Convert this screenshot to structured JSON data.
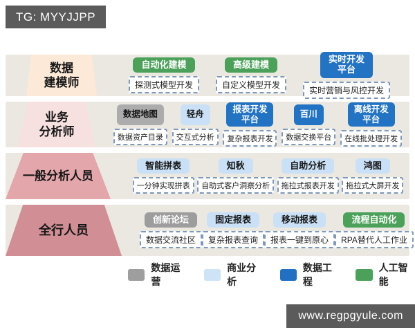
{
  "overlays": {
    "tg_badge": "TG: MYYJJPP",
    "watermark": "www.regpgyule.com"
  },
  "rows": [
    {
      "role": "数据\n建模师",
      "groups": [
        {
          "tool": "自动化建模",
          "category": "人工智能",
          "desc": "探测式模型开发"
        },
        {
          "tool": "高级建模",
          "category": "人工智能",
          "desc": "自定义模型开发"
        },
        {
          "tool": "实时开发\n平台",
          "category": "数据工程",
          "desc": "实时营销与风控开发"
        }
      ]
    },
    {
      "role": "业务\n分析师",
      "groups": [
        {
          "tool": "数据地图",
          "category": "数据运营",
          "desc": "数据资产目录"
        },
        {
          "tool": "轻舟",
          "category": "商业分析",
          "desc": "交互式分析"
        },
        {
          "tool": "报表开发\n平台",
          "category": "数据工程",
          "desc": "复杂报表开发"
        },
        {
          "tool": "百川",
          "category": "数据工程",
          "desc": "数据交换平台"
        },
        {
          "tool": "离线开发\n平台",
          "category": "数据工程",
          "desc": "在线批处理开发"
        }
      ]
    },
    {
      "role": "一般分析人员",
      "groups": [
        {
          "tool": "智能拼表",
          "category": "商业分析",
          "desc": "一分钟实现拼表"
        },
        {
          "tool": "知秋",
          "category": "商业分析",
          "desc": "自助式客户洞察分析"
        },
        {
          "tool": "自助分析",
          "category": "商业分析",
          "desc": "拖拉式报表开发"
        },
        {
          "tool": "鸿图",
          "category": "商业分析",
          "desc": "拖拉式大屏开发"
        }
      ]
    },
    {
      "role": "全行人员",
      "groups": [
        {
          "tool": "创新论坛",
          "category": "数据运营",
          "desc": "数据交流社区"
        },
        {
          "tool": "固定报表",
          "category": "商业分析",
          "desc": "复杂报表查询"
        },
        {
          "tool": "移动报表",
          "category": "商业分析",
          "desc": "报表一键到原心"
        },
        {
          "tool": "流程自动化",
          "category": "人工智能",
          "desc": "RPA替代人工作业"
        }
      ]
    }
  ],
  "legend": [
    {
      "label": "数据运营",
      "color": "#9e9e9e"
    },
    {
      "label": "商业分析",
      "color": "#cfe3f7"
    },
    {
      "label": "数据工程",
      "color": "#2170c4"
    },
    {
      "label": "人工智能",
      "color": "#4ba15a"
    }
  ],
  "colors": {
    "ai_green": "#4ba15a",
    "data_engineering_blue": "#2273c4",
    "business_analysis_lightblue": "#c9e0f6",
    "data_ops_gray": "#9d9d9d",
    "band_background": "#ebe8e1",
    "role_row1": "#fce9d8",
    "role_row2": "#f7e0e0",
    "role_row3": "#e2a6ab",
    "role_row4": "#d18f95",
    "badge_background": "#5b5b5b"
  }
}
